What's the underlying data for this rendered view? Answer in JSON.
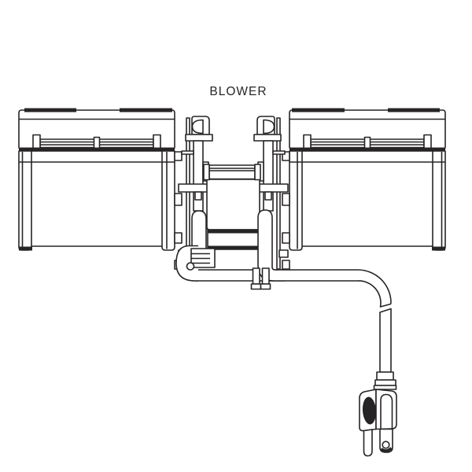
{
  "diagram": {
    "label": "BLOWER",
    "colors": {
      "line": "#272425",
      "ink": "#272425",
      "background": "#ffffff"
    },
    "parts": [
      "left-blower-housing",
      "right-blower-housing",
      "left-mount-bracket",
      "right-mount-bracket",
      "motor-assembly",
      "cord-conduit-elbow",
      "strain-relief-box",
      "power-cord",
      "cord-strain-relief-collar",
      "power-plug",
      "plug-prongs"
    ]
  }
}
